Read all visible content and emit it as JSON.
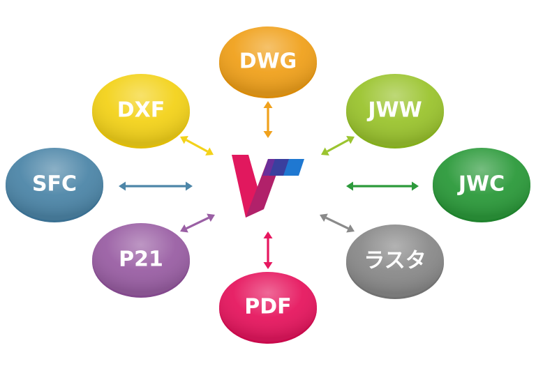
{
  "center": {
    "logo": "V",
    "icon": "v-logo-icon"
  },
  "nodes": [
    {
      "id": "dwg",
      "label": "DWG",
      "color": "#f0a11c",
      "dark": "#d98b0a"
    },
    {
      "id": "dxf",
      "label": "DXF",
      "color": "#f3d21a",
      "dark": "#e0bc07"
    },
    {
      "id": "jww",
      "label": "JWW",
      "color": "#9bc42f",
      "dark": "#84ae1c"
    },
    {
      "id": "sfc",
      "label": "SFC",
      "color": "#4d86a8",
      "dark": "#3a7092"
    },
    {
      "id": "jwc",
      "label": "JWC",
      "color": "#2c9a3b",
      "dark": "#1f822d"
    },
    {
      "id": "p21",
      "label": "P21",
      "color": "#9a5fa4",
      "dark": "#83498d"
    },
    {
      "id": "raster",
      "label": "ラスタ",
      "color": "#8a8a8a",
      "dark": "#717171"
    },
    {
      "id": "pdf",
      "label": "PDF",
      "color": "#e6175f",
      "dark": "#c90a4c"
    }
  ],
  "arrows": [
    {
      "id": "dwg",
      "color": "#f0a11c"
    },
    {
      "id": "dxf",
      "color": "#f3d21a"
    },
    {
      "id": "jww",
      "color": "#9bc42f"
    },
    {
      "id": "sfc",
      "color": "#4d86a8"
    },
    {
      "id": "jwc",
      "color": "#2c9a3b"
    },
    {
      "id": "p21",
      "color": "#9a5fa4"
    },
    {
      "id": "raster",
      "color": "#8a8a8a"
    },
    {
      "id": "pdf",
      "color": "#e6175f"
    }
  ]
}
